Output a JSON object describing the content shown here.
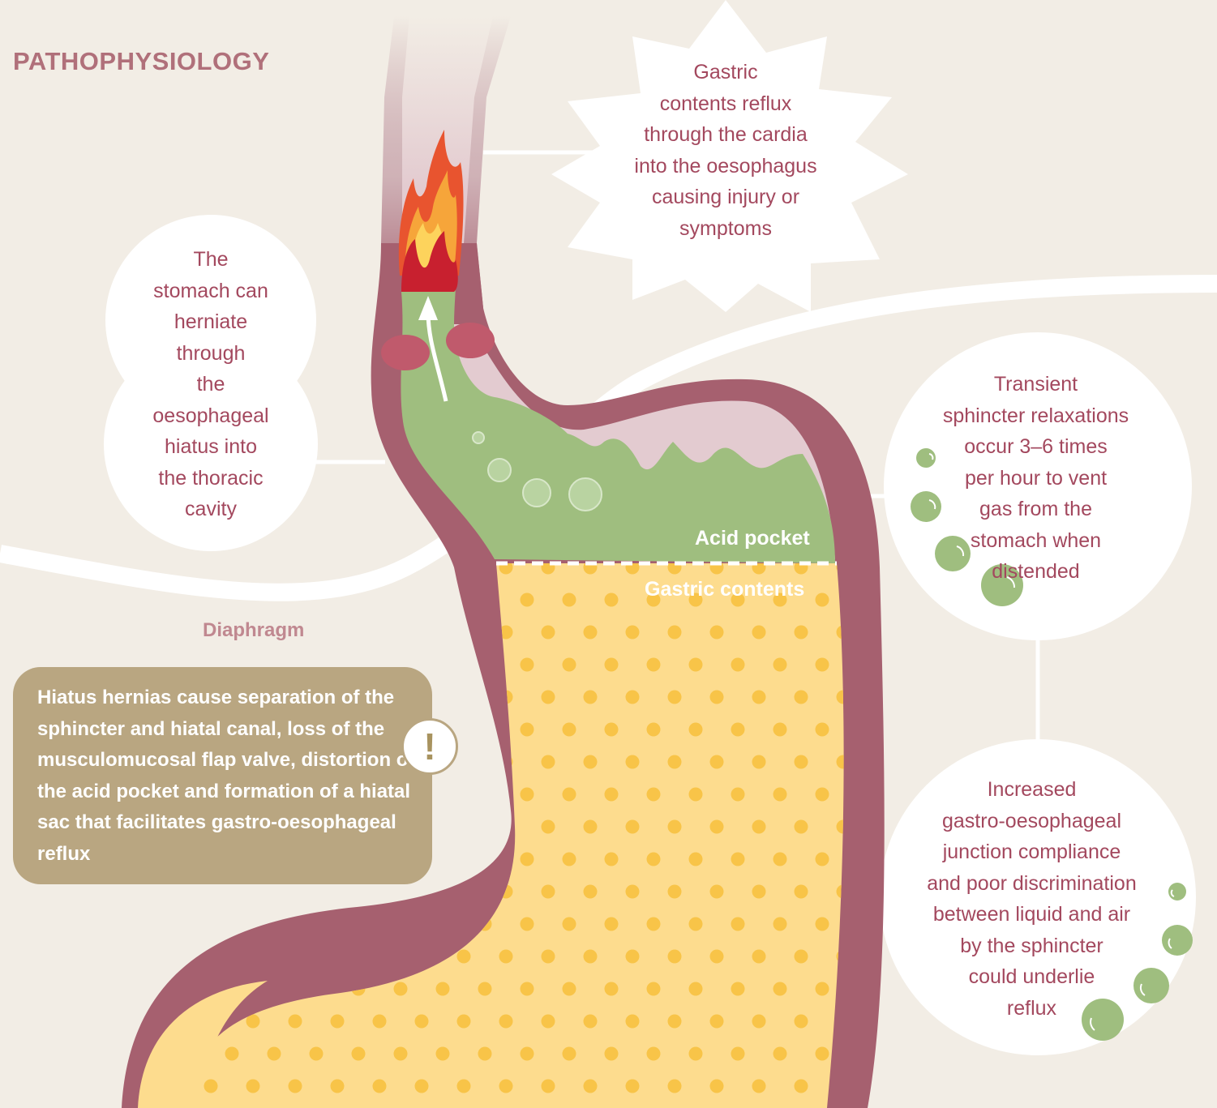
{
  "title": "PATHOPHYSIOLOGY",
  "callouts": {
    "reflux": "Gastric\ncontents reflux\nthrough the cardia\ninto the oesophagus\ncausing injury or\nsymptoms",
    "herniate": "The\nstomach can\nherniate\nthrough\nthe\noesophageal\nhiatus into\nthe thoracic\ncavity",
    "relaxations": "Transient\nsphincter relaxations\noccur 3–6 times\nper hour to vent\ngas from the\nstomach when\ndistended",
    "compliance": "Increased\ngastro-oesophageal\njunction compliance\nand poor discrimination\nbetween liquid and air\nby the sphincter\ncould underlie\nreflux"
  },
  "labels": {
    "diaphragm": "Diaphragm",
    "acid_pocket": "Acid pocket",
    "gastric_contents": "Gastric contents"
  },
  "warning": {
    "text": "Hiatus hernias cause separation of the sphincter and hiatal canal, loss of the musculomucosal flap valve, distortion of the acid pocket and formation of a hiatal sac that facilitates gastro-oesophageal reflux",
    "icon": "exclamation-icon",
    "badge": "!"
  },
  "colors": {
    "background": "#f2ede5",
    "stomach_wall": "#a6606f",
    "acid": "#9fbe7f",
    "gastric": "#fddc8e",
    "text": "#a3485e",
    "warning_box": "#b9a681"
  }
}
